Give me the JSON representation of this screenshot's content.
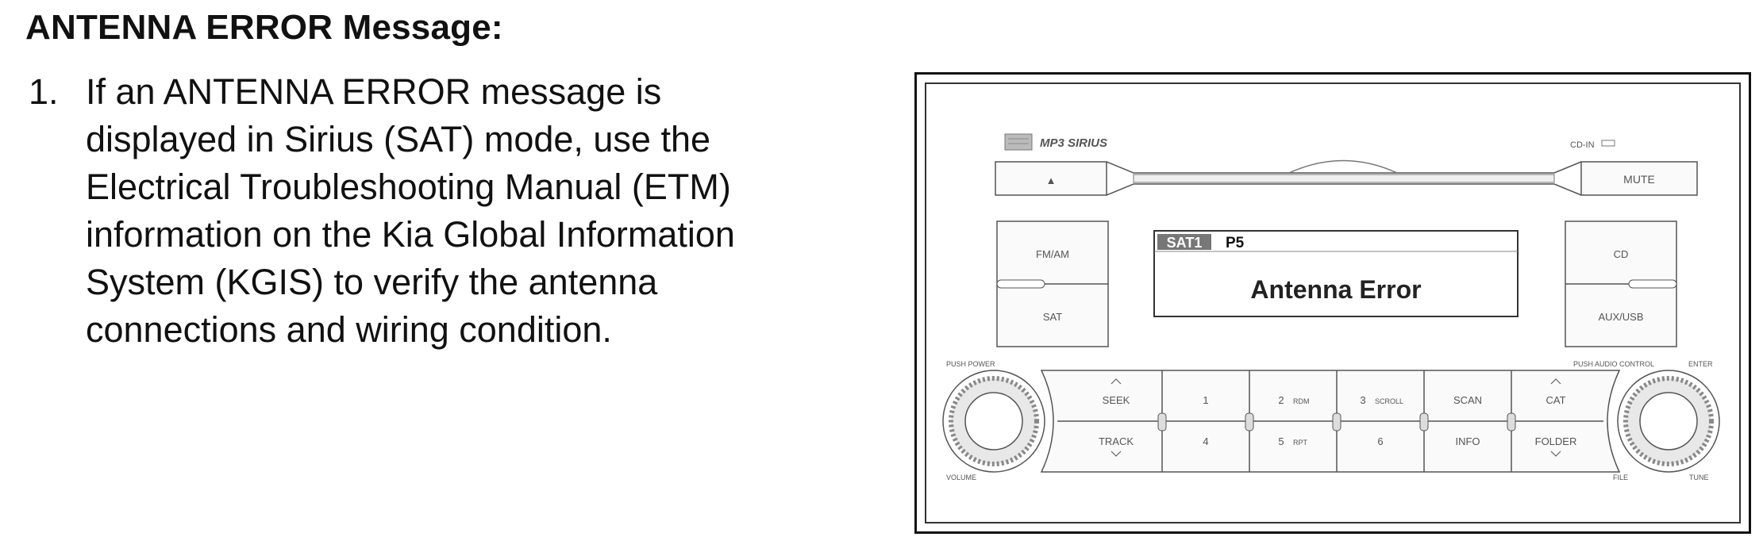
{
  "heading": "ANTENNA ERROR Message:",
  "step": {
    "number": "1.",
    "lines": [
      "If an ANTENNA ERROR message is",
      "displayed in Sirius (SAT) mode, use the",
      "Electrical Troubleshooting Manual (ETM)",
      "information on the Kia Global Information",
      "System (KGIS) to verify the antenna",
      "connections and wiring condition."
    ]
  },
  "radio": {
    "logos": "MP3 SIRIUS",
    "cd_in": "CD-IN",
    "eject": "▲",
    "mute": "MUTE",
    "fm_am": "FM/AM",
    "sat": "SAT",
    "cd": "CD",
    "aux_usb": "AUX/USB",
    "display_band": "SAT1",
    "display_preset": "P5",
    "display_message": "Antenna Error",
    "push_power": "PUSH POWER",
    "volume": "VOLUME",
    "push_audio_control": "PUSH AUDIO CONTROL",
    "enter": "ENTER",
    "file": "FILE",
    "tune": "TUNE",
    "seek": "SEEK",
    "track": "TRACK",
    "p1": "1",
    "p2": "2",
    "p2_sub": "RDM",
    "p3": "3",
    "p3_sub": "SCROLL",
    "p4": "4",
    "p5": "5",
    "p5_sub": "RPT",
    "p6": "6",
    "scan": "SCAN",
    "info": "INFO",
    "cat": "CAT",
    "folder": "FOLDER"
  }
}
